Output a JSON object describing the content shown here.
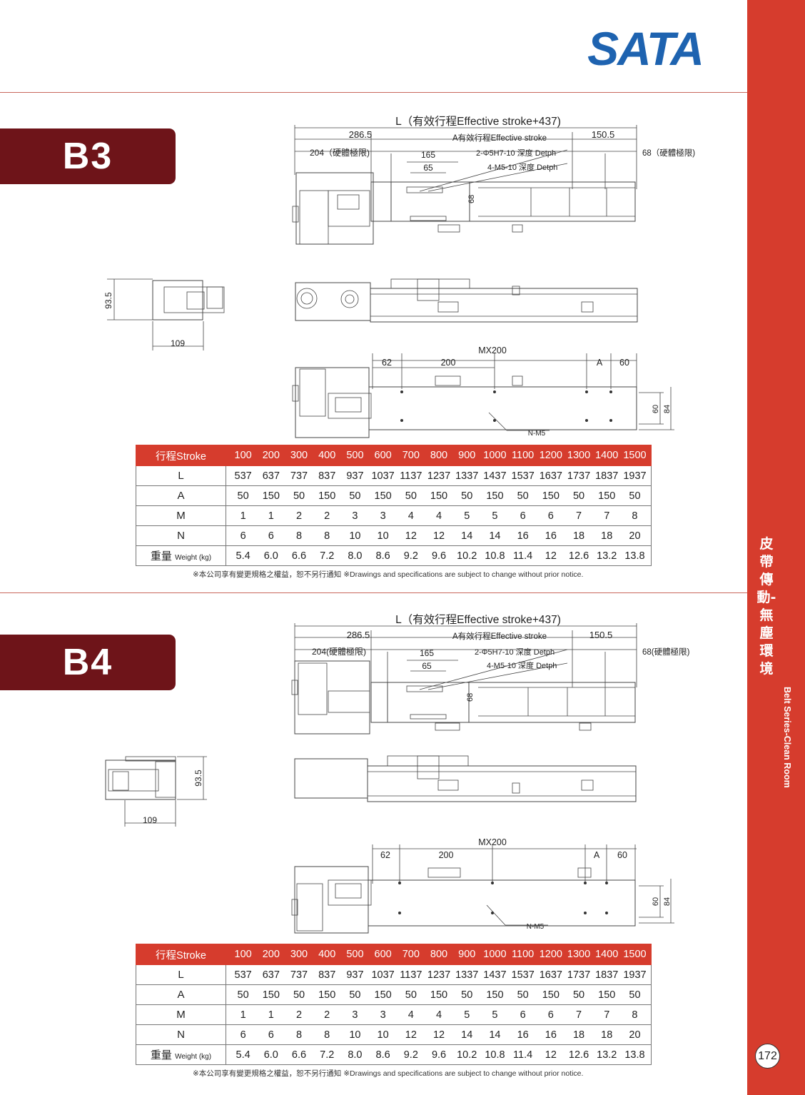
{
  "brand": "SATA",
  "page_number": "172",
  "sidebar": {
    "category_zh": "皮帶傳動-無塵環境",
    "category_en": "Belt Series-Clean Room"
  },
  "sections": [
    {
      "model": "B3",
      "drawing": {
        "top_length": "L（有效行程Effective stroke+437)",
        "dim_286_5": "286.5",
        "a_stroke": "A有效行程Effective stroke",
        "dim_150_5": "150.5",
        "dim_204": "204（硬體極限)",
        "dim_165": "165",
        "dim_65": "65",
        "pin_note": "2-Φ5H7-10 深度 Detph",
        "screw_note": "4-M5-10 深度 Detph",
        "dim_68_limit": "68（硬體極限)",
        "dim_68": "68",
        "dim_93_5": "93.5",
        "dim_109": "109",
        "mx200": "MX200",
        "dim_62": "62",
        "dim_200": "200",
        "dim_a": "A",
        "dim_60_top": "60",
        "dim_60": "60",
        "dim_84": "84",
        "n_m5": "N-M5"
      },
      "table": {
        "header_label": "行程Stroke",
        "strokes": [
          "100",
          "200",
          "300",
          "400",
          "500",
          "600",
          "700",
          "800",
          "900",
          "1000",
          "1100",
          "1200",
          "1300",
          "1400",
          "1500"
        ],
        "rows": [
          {
            "label": "L",
            "values": [
              "537",
              "637",
              "737",
              "837",
              "937",
              "1037",
              "1137",
              "1237",
              "1337",
              "1437",
              "1537",
              "1637",
              "1737",
              "1837",
              "1937"
            ]
          },
          {
            "label": "A",
            "values": [
              "50",
              "150",
              "50",
              "150",
              "50",
              "150",
              "50",
              "150",
              "50",
              "150",
              "50",
              "150",
              "50",
              "150",
              "50"
            ]
          },
          {
            "label": "M",
            "values": [
              "1",
              "1",
              "2",
              "2",
              "3",
              "3",
              "4",
              "4",
              "5",
              "5",
              "6",
              "6",
              "7",
              "7",
              "8"
            ]
          },
          {
            "label": "N",
            "values": [
              "6",
              "6",
              "8",
              "8",
              "10",
              "10",
              "12",
              "12",
              "14",
              "14",
              "16",
              "16",
              "18",
              "18",
              "20"
            ]
          }
        ],
        "weight_label": "重量",
        "weight_unit": "Weight (kg)",
        "weight_values": [
          "5.4",
          "6.0",
          "6.6",
          "7.2",
          "8.0",
          "8.6",
          "9.2",
          "9.6",
          "10.2",
          "10.8",
          "11.4",
          "12",
          "12.6",
          "13.2",
          "13.8"
        ]
      },
      "note": "※本公司享有變更規格之權益，恕不另行通知 ※Drawings and specifications are subject to change without prior notice."
    },
    {
      "model": "B4",
      "drawing": {
        "top_length": "L（有效行程Effective stroke+437)",
        "dim_286_5": "286.5",
        "a_stroke": "A有效行程Effective stroke",
        "dim_150_5": "150.5",
        "dim_204": "204(硬體極限)",
        "dim_165": "165",
        "dim_65": "65",
        "pin_note": "2-Φ5H7-10 深度 Detph",
        "screw_note": "4-M5-10 深度 Detph",
        "dim_68_limit": "68(硬體極限)",
        "dim_68": "68",
        "dim_93_5": "93.5",
        "dim_109": "109",
        "mx200": "MX200",
        "dim_62": "62",
        "dim_200": "200",
        "dim_a": "A",
        "dim_60_top": "60",
        "dim_60": "60",
        "dim_84": "84",
        "n_m5": "N-M5"
      },
      "table": {
        "header_label": "行程Stroke",
        "strokes": [
          "100",
          "200",
          "300",
          "400",
          "500",
          "600",
          "700",
          "800",
          "900",
          "1000",
          "1100",
          "1200",
          "1300",
          "1400",
          "1500"
        ],
        "rows": [
          {
            "label": "L",
            "values": [
              "537",
              "637",
              "737",
              "837",
              "937",
              "1037",
              "1137",
              "1237",
              "1337",
              "1437",
              "1537",
              "1637",
              "1737",
              "1837",
              "1937"
            ]
          },
          {
            "label": "A",
            "values": [
              "50",
              "150",
              "50",
              "150",
              "50",
              "150",
              "50",
              "150",
              "50",
              "150",
              "50",
              "150",
              "50",
              "150",
              "50"
            ]
          },
          {
            "label": "M",
            "values": [
              "1",
              "1",
              "2",
              "2",
              "3",
              "3",
              "4",
              "4",
              "5",
              "5",
              "6",
              "6",
              "7",
              "7",
              "8"
            ]
          },
          {
            "label": "N",
            "values": [
              "6",
              "6",
              "8",
              "8",
              "10",
              "10",
              "12",
              "12",
              "14",
              "14",
              "16",
              "16",
              "18",
              "18",
              "20"
            ]
          }
        ],
        "weight_label": "重量",
        "weight_unit": "Weight (kg)",
        "weight_values": [
          "5.4",
          "6.0",
          "6.6",
          "7.2",
          "8.0",
          "8.6",
          "9.2",
          "9.6",
          "10.2",
          "10.8",
          "11.4",
          "12",
          "12.6",
          "13.2",
          "13.8"
        ]
      },
      "note": "※本公司享有變更規格之權益，恕不另行通知 ※Drawings and specifications are subject to change without prior notice."
    }
  ],
  "colors": {
    "accent": "#d63c2d",
    "tab": "#6e1419",
    "logo": "#1e63b0"
  }
}
